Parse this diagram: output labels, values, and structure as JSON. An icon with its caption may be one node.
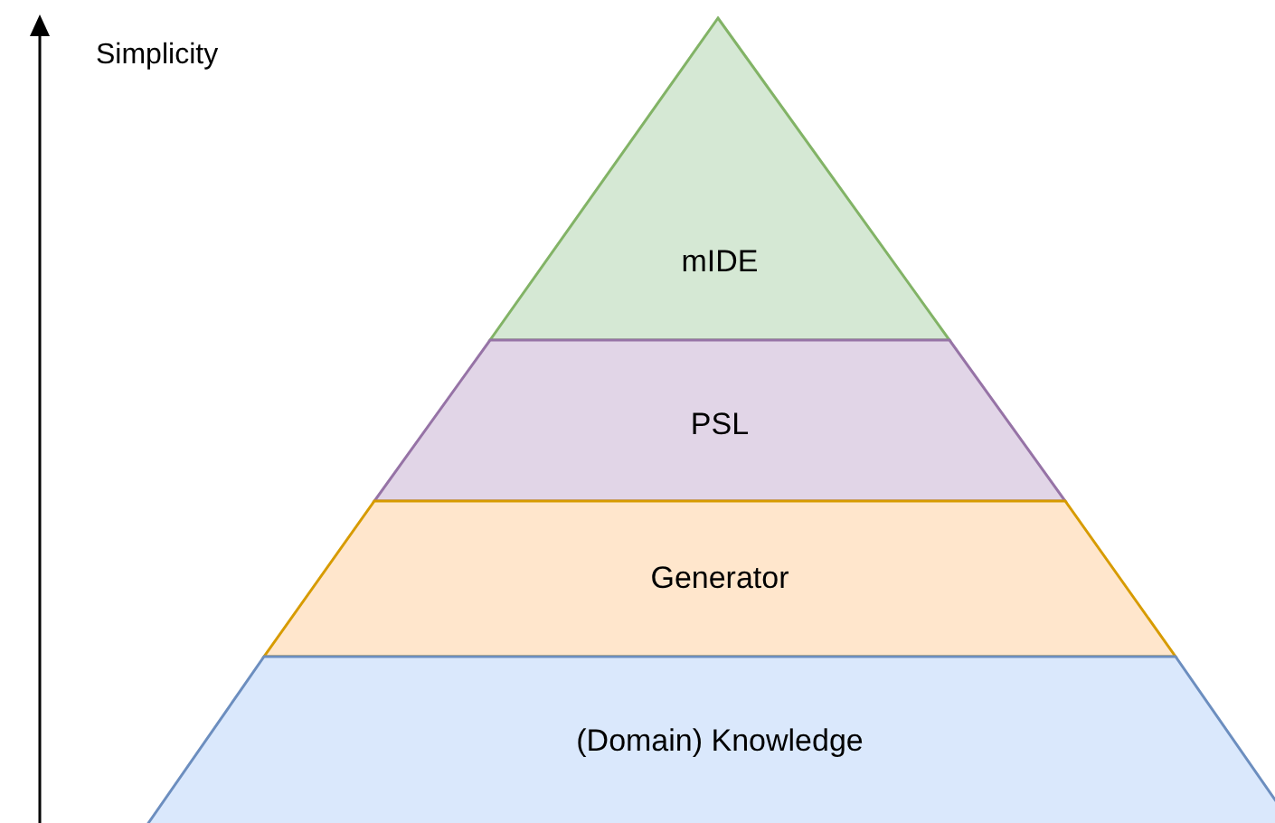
{
  "diagram": {
    "nodes": [
      {
        "text": [
          "mIDE"
        ]
      },
      {
        "text": [
          "PSL"
        ]
      },
      {
        "text": [
          "Generator"
        ]
      },
      {
        "text": [
          "(Domain) Knowledge"
        ]
      }
    ],
    "labels": [
      "Simplicity"
    ]
  }
}
